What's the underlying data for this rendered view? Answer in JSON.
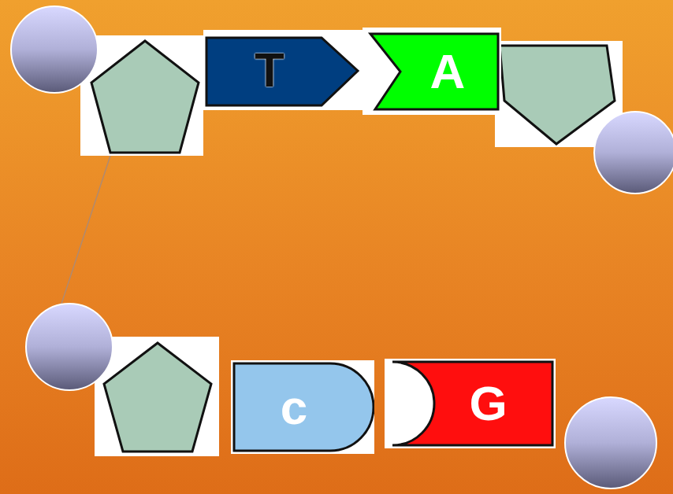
{
  "diagram": {
    "nodes": [
      {
        "text": [
          "T"
        ]
      },
      {
        "text": [
          "A"
        ]
      },
      {
        "text": [
          "c"
        ]
      },
      {
        "text": [
          "G"
        ]
      }
    ]
  }
}
